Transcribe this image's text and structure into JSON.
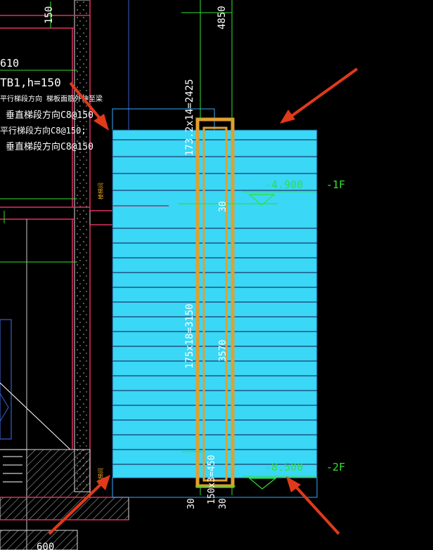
{
  "drawing": {
    "colors": {
      "background": "#000000",
      "stair_fill": "#3ad7f6",
      "tread_line": "#1b3a6b",
      "handrail": "#e0a030",
      "accent_red": "#e03a1a",
      "dimension_green": "#33e033",
      "wall_line": "#e03060",
      "text_white": "#ffffff"
    },
    "dims": {
      "top_height": "4850",
      "top_left": "150",
      "upper_run": "173.2x14=2425",
      "lower_run": "175x18=3150",
      "rail_upper": "30",
      "rail_lower": "3570",
      "bottom_a": "30",
      "bottom_b": "150x3=450",
      "bottom_c": "30",
      "bottom_left": "600"
    },
    "levels": {
      "upper_elev": "-4.900",
      "upper_floor": "-1F",
      "lower_elev": "-8.500",
      "lower_floor": "-2F"
    },
    "notes": {
      "line1": "610",
      "line2": "TB1,h=150",
      "line3": "平行梯段方向 梯板面筋外伸至梁",
      "line4": "垂直梯段方向C8@150",
      "line5": "平行梯段方向C8@150;",
      "line6": "垂直梯段方向C8@150",
      "side_label_top": "楼梯间",
      "side_label_bottom": "楼梯间"
    },
    "annotation_arrows": [
      "top-left arrow",
      "top-right arrow",
      "bottom-left arrow",
      "bottom-right arrow"
    ]
  }
}
